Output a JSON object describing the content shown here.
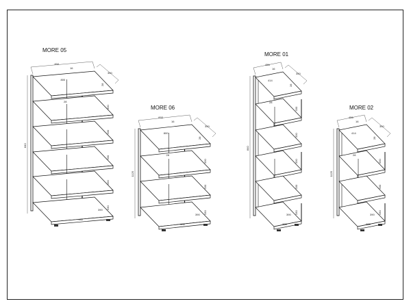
{
  "units": [
    {
      "title": "MORE 05",
      "width": "832",
      "gap": "16",
      "depth": "350",
      "inner_width": "800",
      "thickness": "28",
      "side": "28",
      "compartment": "330",
      "height": "840",
      "bottom_depth": "390",
      "bottom_width": "402"
    },
    {
      "title": "MORE 06",
      "width": "832",
      "gap": "16",
      "depth": "350",
      "inner_width": "800",
      "thickness": "28",
      "side": "28",
      "compartment": "330",
      "height": "1125",
      "bottom_depth": "390",
      "bottom_width": "402"
    },
    {
      "title": "MORE 01",
      "width": "456",
      "gap": "16",
      "depth": "350",
      "inner_width": "414",
      "thickness": "28",
      "side": "28",
      "compartment": "330",
      "height": "840",
      "bottom_depth": "390",
      "bottom_width": "388"
    },
    {
      "title": "MORE 02",
      "width": "456",
      "gap": "16",
      "depth": "350",
      "inner_width": "414",
      "thickness": "28",
      "side": "28",
      "compartment": "330",
      "height": "1125",
      "bottom_depth": "390",
      "bottom_width": "388"
    }
  ]
}
